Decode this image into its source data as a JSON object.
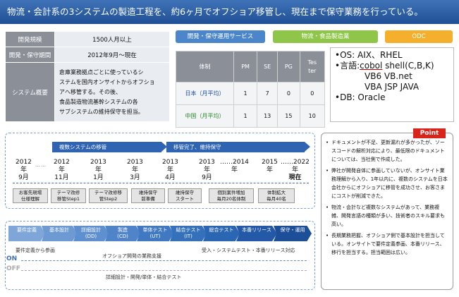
{
  "header": {
    "title": "物流・会計系の3システムの製造工程を、約6ヶ月でオフショア移管し、現在まで保守業務を行っている。"
  },
  "info": {
    "scale_label": "開発規模",
    "scale_value": "1500人月以上",
    "period_label": "開発・保守期間",
    "period_value": "2012年9月～現在",
    "summary_label": "システム概要",
    "summary_lines": [
      "倉庫業務拠点ごとに使っているシ",
      "ステムを国内オンサイトからオフショ",
      "アへ移管する。その後、",
      "食品製造物流基幹システムの各",
      "サブシステムの維持保守を担当。"
    ]
  },
  "tags": {
    "dev": "開発・保守運用サービス",
    "prod": "物流・食品製造業",
    "odc": "ODC"
  },
  "team": {
    "headers": [
      "体制",
      "PM",
      "SE",
      "PG",
      "Tes\nter"
    ],
    "rows": [
      {
        "label": "日本（月平均）",
        "pm": "1",
        "se": "7",
        "pg": "0",
        "tester": "0"
      },
      {
        "label": "中国（月平均）",
        "pm": "1",
        "se": "13",
        "pg": "15",
        "tester": "10"
      }
    ]
  },
  "tech": {
    "os": "•OS:  AIX、RHEL",
    "lang_prefix": "•言語:",
    "lang_underlined": "cobol",
    "lang_rest": " shell(C,B,K)",
    "lang2": "VB6 VB.net",
    "lang3": "VBA JSP JAVA",
    "db": "•DB:  Oracle"
  },
  "timeline": {
    "phase1": "複数システムの移管",
    "phase2": "移管完了、維持保守",
    "dates": [
      {
        "y": "2012",
        "m": "年",
        "mm": "9月"
      },
      {
        "y": "2012",
        "m": "年",
        "mm": "11月"
      },
      {
        "y": "2013",
        "m": "年",
        "mm": "1月"
      },
      {
        "y": "2013",
        "m": "年",
        "mm": "3月"
      },
      {
        "y": "2013",
        "m": "年",
        "mm": "4月"
      },
      {
        "y": "2013",
        "m": "年",
        "mm": "9月"
      },
      {
        "y": "……2014",
        "m": "年",
        "mm": ""
      },
      {
        "y": "2015",
        "m": "年",
        "mm": ""
      },
      {
        "y": "……2022",
        "m": "年",
        "mm": "現在"
      }
    ],
    "milestones": [
      [
        "お客先現場",
        "仕様理解"
      ],
      [
        "テーマ改修",
        "移管Step1"
      ],
      [
        "テーマ改修移",
        "管Step2"
      ],
      [
        "維持保守",
        "前準備"
      ],
      [
        "維持保守",
        "スタート"
      ],
      [
        "個別案件増加",
        "毎月20名体制"
      ],
      [
        "体制拡大",
        "毎月40名"
      ]
    ]
  },
  "process": {
    "steps": [
      {
        "l1": "要件定義",
        "l2": ""
      },
      {
        "l1": "基本設計",
        "l2": ""
      },
      {
        "l1": "詳細設計",
        "l2": "(DD)"
      },
      {
        "l1": "製造",
        "l2": "(CD)"
      },
      {
        "l1": "単体テスト",
        "l2": "(UT)"
      },
      {
        "l1": "結合テスト",
        "l2": "(IT)"
      },
      {
        "l1": "総合テスト",
        "l2": ""
      },
      {
        "l1": "本番リリース",
        "l2": ""
      },
      {
        "l1": "保守・運用",
        "l2": ""
      }
    ],
    "on": "ON",
    "off": "OFF",
    "req_support": "要件定義から参画",
    "offshore_support": "オフショア開発の業務支援",
    "acceptance": "受入・システムテスト・本番リリース対応",
    "offshore_scope": "詳細設計・開発/単体・結合テスト"
  },
  "point": {
    "tag": "Point",
    "items": [
      "ドキュメントが不足、更新漏れが多かったが、ソースコードの解析対応により、最低限のドキュメントについては、当社側で作成した。",
      "弊社が開発自体に参画していないが、オンサイト業務理解から入り、1年以内に、複数のシステムを日本会社からにオフショアに移管を成功させ、お客さまにコストが削減できた。",
      "物流・会計など複数なシステムがあって、業務複雑、開発言語の種類が多い、技術者のスキル要求も高い。",
      "長期業務把握、オフショア側で基本設計を担当している。オンサイトで要件定義参画、本番リリース、移行を担当する。担当範囲は広い。"
    ]
  },
  "colors": {
    "header": "#2a5ea6",
    "dev": "#4a86c9",
    "prod": "#8fc64a",
    "odc": "#f4b02c",
    "point": "#d9241c"
  }
}
